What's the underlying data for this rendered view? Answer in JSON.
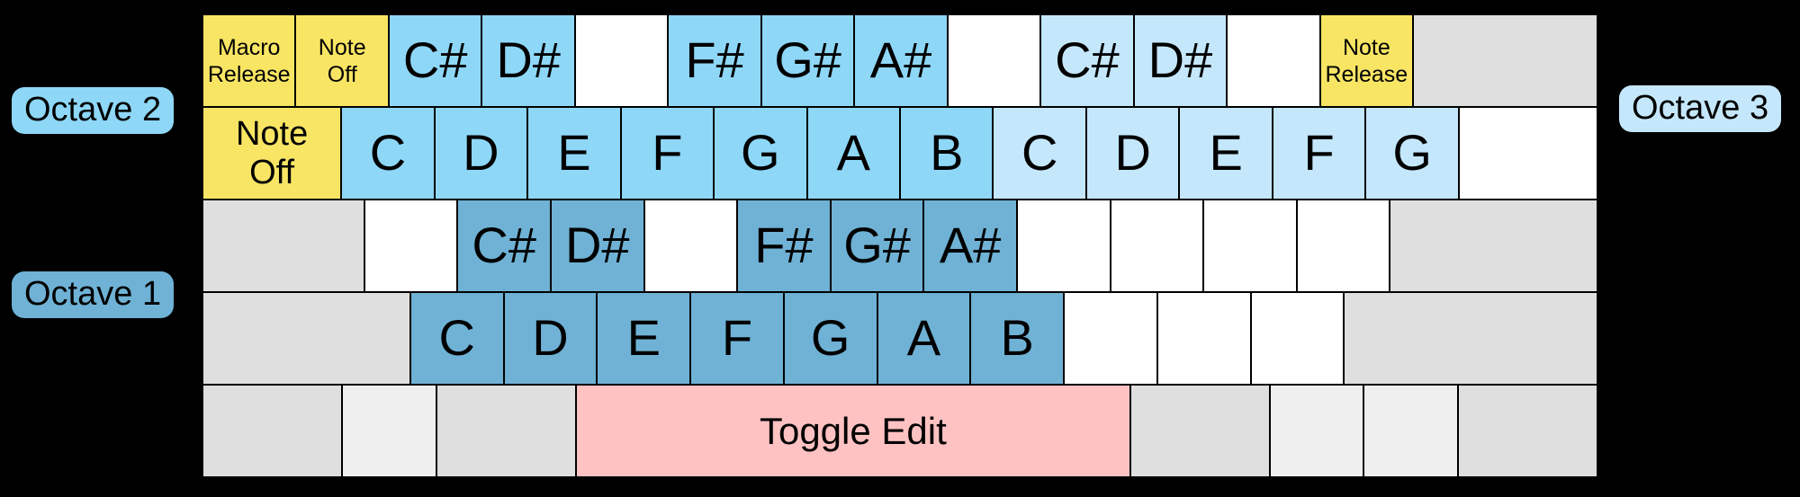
{
  "palette": {
    "background": "#000000",
    "key_border": "#000000",
    "octave1": "#6fb2d5",
    "octave2": "#8ed7f7",
    "octave3": "#c5e7fb",
    "yellow": "#f8e564",
    "pink": "#ffc2c2",
    "gray": "#dfdfdf",
    "gray_light": "#efefef",
    "white": "#ffffff",
    "text": "#000000"
  },
  "badges": {
    "octave2": {
      "label": "Octave 2",
      "color": "octave2"
    },
    "octave1": {
      "label": "Octave 1",
      "color": "octave1"
    },
    "octave3": {
      "label": "Octave 3",
      "color": "octave3"
    }
  },
  "keyboard": {
    "rows": [
      {
        "keys": [
          {
            "name": "key-macro-release",
            "label": "Macro\nRelease",
            "units": 1,
            "color": "yellow",
            "size": "sm"
          },
          {
            "name": "key-note-off-top",
            "label": "Note\nOff",
            "units": 1,
            "color": "yellow",
            "size": "sm"
          },
          {
            "name": "key-c-sharp-oct2",
            "label": "C#",
            "units": 1,
            "color": "octave2",
            "size": "xl"
          },
          {
            "name": "key-d-sharp-oct2",
            "label": "D#",
            "units": 1,
            "color": "octave2",
            "size": "xl"
          },
          {
            "name": "key-blank",
            "label": "",
            "units": 1,
            "color": "white",
            "size": "xl"
          },
          {
            "name": "key-f-sharp-oct2",
            "label": "F#",
            "units": 1,
            "color": "octave2",
            "size": "xl"
          },
          {
            "name": "key-g-sharp-oct2",
            "label": "G#",
            "units": 1,
            "color": "octave2",
            "size": "xl"
          },
          {
            "name": "key-a-sharp-oct2",
            "label": "A#",
            "units": 1,
            "color": "octave2",
            "size": "xl"
          },
          {
            "name": "key-blank",
            "label": "",
            "units": 1,
            "color": "white",
            "size": "xl"
          },
          {
            "name": "key-c-sharp-oct3",
            "label": "C#",
            "units": 1,
            "color": "octave3",
            "size": "xl"
          },
          {
            "name": "key-d-sharp-oct3",
            "label": "D#",
            "units": 1,
            "color": "octave3",
            "size": "xl"
          },
          {
            "name": "key-blank",
            "label": "",
            "units": 1,
            "color": "white",
            "size": "xl"
          },
          {
            "name": "key-note-release",
            "label": "Note\nRelease",
            "units": 1,
            "color": "yellow",
            "size": "sm"
          },
          {
            "name": "key-modifier-blank",
            "label": "",
            "units": 2,
            "color": "gray",
            "size": "xl"
          }
        ]
      },
      {
        "keys": [
          {
            "name": "key-note-off-tab",
            "label": "Note\nOff",
            "units": 1.5,
            "color": "yellow",
            "size": "md"
          },
          {
            "name": "key-c-oct2",
            "label": "C",
            "units": 1,
            "color": "octave2",
            "size": "xl"
          },
          {
            "name": "key-d-oct2",
            "label": "D",
            "units": 1,
            "color": "octave2",
            "size": "xl"
          },
          {
            "name": "key-e-oct2",
            "label": "E",
            "units": 1,
            "color": "octave2",
            "size": "xl"
          },
          {
            "name": "key-f-oct2",
            "label": "F",
            "units": 1,
            "color": "octave2",
            "size": "xl"
          },
          {
            "name": "key-g-oct2",
            "label": "G",
            "units": 1,
            "color": "octave2",
            "size": "xl"
          },
          {
            "name": "key-a-oct2",
            "label": "A",
            "units": 1,
            "color": "octave2",
            "size": "xl"
          },
          {
            "name": "key-b-oct2",
            "label": "B",
            "units": 1,
            "color": "octave2",
            "size": "xl"
          },
          {
            "name": "key-c-oct3",
            "label": "C",
            "units": 1,
            "color": "octave3",
            "size": "xl"
          },
          {
            "name": "key-d-oct3",
            "label": "D",
            "units": 1,
            "color": "octave3",
            "size": "xl"
          },
          {
            "name": "key-e-oct3",
            "label": "E",
            "units": 1,
            "color": "octave3",
            "size": "xl"
          },
          {
            "name": "key-f-oct3",
            "label": "F",
            "units": 1,
            "color": "octave3",
            "size": "xl"
          },
          {
            "name": "key-g-oct3",
            "label": "G",
            "units": 1,
            "color": "octave3",
            "size": "xl"
          },
          {
            "name": "key-blank",
            "label": "",
            "units": 1.5,
            "color": "white",
            "size": "xl"
          }
        ]
      },
      {
        "keys": [
          {
            "name": "key-modifier-blank",
            "label": "",
            "units": 1.75,
            "color": "gray",
            "size": "xl"
          },
          {
            "name": "key-blank",
            "label": "",
            "units": 1,
            "color": "white",
            "size": "xl"
          },
          {
            "name": "key-c-sharp-oct1",
            "label": "C#",
            "units": 1,
            "color": "octave1",
            "size": "xl"
          },
          {
            "name": "key-d-sharp-oct1",
            "label": "D#",
            "units": 1,
            "color": "octave1",
            "size": "xl"
          },
          {
            "name": "key-blank",
            "label": "",
            "units": 1,
            "color": "white",
            "size": "xl"
          },
          {
            "name": "key-f-sharp-oct1",
            "label": "F#",
            "units": 1,
            "color": "octave1",
            "size": "xl"
          },
          {
            "name": "key-g-sharp-oct1",
            "label": "G#",
            "units": 1,
            "color": "octave1",
            "size": "xl"
          },
          {
            "name": "key-a-sharp-oct1",
            "label": "A#",
            "units": 1,
            "color": "octave1",
            "size": "xl"
          },
          {
            "name": "key-blank",
            "label": "",
            "units": 1,
            "color": "white",
            "size": "xl"
          },
          {
            "name": "key-blank",
            "label": "",
            "units": 1,
            "color": "white",
            "size": "xl"
          },
          {
            "name": "key-blank",
            "label": "",
            "units": 1,
            "color": "white",
            "size": "xl"
          },
          {
            "name": "key-blank",
            "label": "",
            "units": 1,
            "color": "white",
            "size": "xl"
          },
          {
            "name": "key-modifier-blank",
            "label": "",
            "units": 2.25,
            "color": "gray",
            "size": "xl"
          }
        ]
      },
      {
        "keys": [
          {
            "name": "key-modifier-blank",
            "label": "",
            "units": 2.25,
            "color": "gray",
            "size": "xl"
          },
          {
            "name": "key-c-oct1",
            "label": "C",
            "units": 1,
            "color": "octave1",
            "size": "xl"
          },
          {
            "name": "key-d-oct1",
            "label": "D",
            "units": 1,
            "color": "octave1",
            "size": "xl"
          },
          {
            "name": "key-e-oct1",
            "label": "E",
            "units": 1,
            "color": "octave1",
            "size": "xl"
          },
          {
            "name": "key-f-oct1",
            "label": "F",
            "units": 1,
            "color": "octave1",
            "size": "xl"
          },
          {
            "name": "key-g-oct1",
            "label": "G",
            "units": 1,
            "color": "octave1",
            "size": "xl"
          },
          {
            "name": "key-a-oct1",
            "label": "A",
            "units": 1,
            "color": "octave1",
            "size": "xl"
          },
          {
            "name": "key-b-oct1",
            "label": "B",
            "units": 1,
            "color": "octave1",
            "size": "xl"
          },
          {
            "name": "key-blank",
            "label": "",
            "units": 1,
            "color": "white",
            "size": "xl"
          },
          {
            "name": "key-blank",
            "label": "",
            "units": 1,
            "color": "white",
            "size": "xl"
          },
          {
            "name": "key-blank",
            "label": "",
            "units": 1,
            "color": "white",
            "size": "xl"
          },
          {
            "name": "key-modifier-blank",
            "label": "",
            "units": 2.75,
            "color": "gray",
            "size": "xl"
          }
        ]
      },
      {
        "keys": [
          {
            "name": "key-modifier-blank",
            "label": "",
            "units": 1.5,
            "color": "gray",
            "size": "xl"
          },
          {
            "name": "key-modifier-blank",
            "label": "",
            "units": 1,
            "color": "gray_light",
            "size": "xl"
          },
          {
            "name": "key-modifier-blank",
            "label": "",
            "units": 1.5,
            "color": "gray",
            "size": "xl"
          },
          {
            "name": "key-toggle-edit",
            "label": "Toggle Edit",
            "units": 6,
            "color": "pink",
            "size": "lg"
          },
          {
            "name": "key-modifier-blank",
            "label": "",
            "units": 1.5,
            "color": "gray",
            "size": "xl"
          },
          {
            "name": "key-modifier-blank",
            "label": "",
            "units": 1,
            "color": "gray_light",
            "size": "xl"
          },
          {
            "name": "key-modifier-blank",
            "label": "",
            "units": 1,
            "color": "gray_light",
            "size": "xl"
          },
          {
            "name": "key-modifier-blank",
            "label": "",
            "units": 1.5,
            "color": "gray",
            "size": "xl"
          }
        ]
      }
    ]
  }
}
